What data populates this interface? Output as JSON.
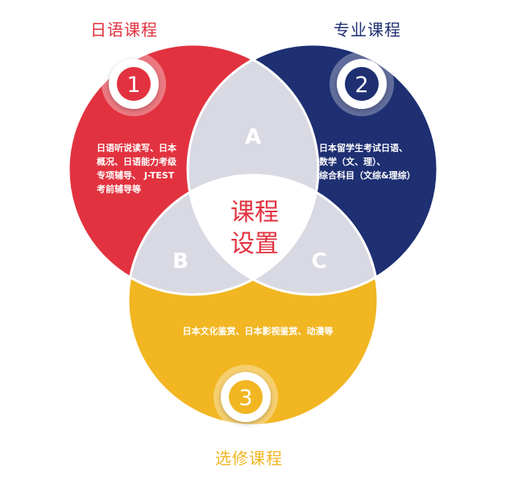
{
  "titles": {
    "japanese": "日语课程",
    "professional": "专业课程",
    "elective": "选修课程"
  },
  "center": {
    "line1": "课程",
    "line2": "设置"
  },
  "regions": {
    "a": "A",
    "b": "B",
    "c": "C"
  },
  "badges": {
    "one": "1",
    "two": "2",
    "three": "3"
  },
  "descriptions": {
    "japanese": [
      "日语听说读写、日本",
      "概况、日语能力考级",
      "专项辅导、 J-TEST",
      "考前辅导等"
    ],
    "professional": [
      "日本留学生考试日语、",
      "数学（文、理）、",
      "综合科目（文综&理综）"
    ],
    "elective": "日本文化鉴赏、日本影视鉴赏、动漫等"
  },
  "colors": {
    "red": "#e2323f",
    "navy": "#1e2f72",
    "yellow": "#f1b621",
    "overlap": "#d9d9e3",
    "center_text": "#e2323f"
  }
}
